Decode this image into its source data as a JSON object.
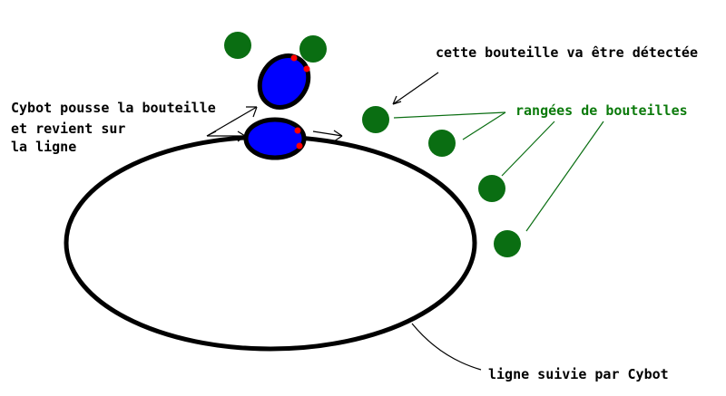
{
  "labels": {
    "cybot_pushes": "Cybot pousse la bouteille",
    "returns_line1": "et revient sur",
    "returns_line2": "la ligne",
    "bottle_detected": "cette bouteille va être détectée",
    "bottle_rows": "rangées de bouteilles",
    "line_followed": "ligne suivie par Cybot"
  },
  "colors": {
    "bottle": "#0a6e12",
    "robot_body": "#0000ff",
    "robot_sensor": "#ff0000",
    "line": "#000000",
    "pointer_green": "#0a6e12"
  }
}
